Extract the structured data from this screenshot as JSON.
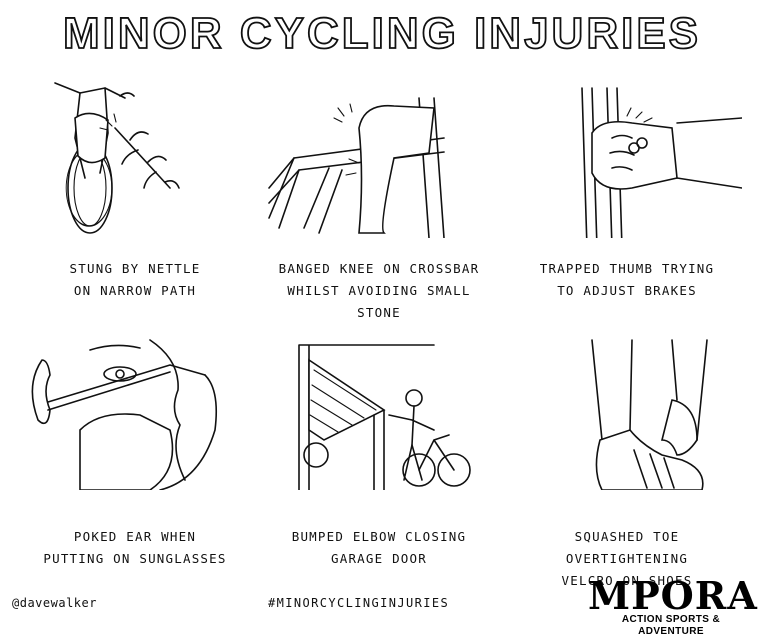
{
  "title": "MINOR CYCLING INJURIES",
  "panels": [
    {
      "caption": "STUNG BY NETTLE\nON NARROW PATH",
      "illustration": "nettle-icon"
    },
    {
      "caption": "BANGED KNEE ON CROSSBAR\nWHILST AVOIDING SMALL STONE",
      "illustration": "knee-icon"
    },
    {
      "caption": "TRAPPED THUMB TRYING\nTO ADJUST BRAKES",
      "illustration": "brake-icon"
    },
    {
      "caption": "POKED EAR WHEN\nPUTTING ON SUNGLASSES",
      "illustration": "sunglasses-icon"
    },
    {
      "caption": "BUMPED ELBOW CLOSING\nGARAGE DOOR",
      "illustration": "garage-icon"
    },
    {
      "caption": "SQUASHED TOE OVERTIGHTENING\nVELCRO ON SHOES",
      "illustration": "shoe-icon"
    }
  ],
  "footer": {
    "handle": "@davewalker",
    "hashtag": "#MINORCYCLINGINJURIES"
  },
  "logo": {
    "word": "MPORA",
    "tagline": "ACTION SPORTS & ADVENTURE"
  }
}
